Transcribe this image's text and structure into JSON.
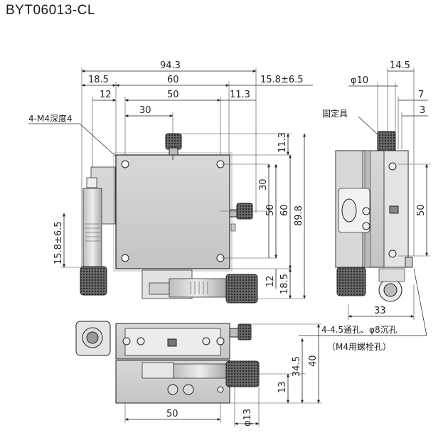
{
  "model": "BYT06013-CL",
  "top_view": {
    "dims": {
      "overall_width": "94.3",
      "left_offset": "18.5",
      "stage_width": "60",
      "stroke": "15.8±6.5",
      "d12": "12",
      "d50": "50",
      "d11_3": "11.3",
      "d30": "30",
      "v11_3": "11.3",
      "v30": "30",
      "v50": "50",
      "v60": "60",
      "v89_8": "89.8",
      "v12": "12",
      "v18_5": "18.5",
      "left_stroke": "15.8±6.5"
    },
    "tap_note": "4-M4深度4"
  },
  "side_view": {
    "dims": {
      "d14_5": "14.5",
      "phi10": "φ10",
      "d7": "7",
      "d3": "3",
      "v50": "50",
      "d33": "33"
    },
    "fixture_label": "固定具"
  },
  "front_view": {
    "dims": {
      "v34_5": "34.5",
      "v40": "40",
      "v13": "13",
      "phi13": "φ13",
      "d50": "50"
    },
    "hole_note_line1": "4-4.5通孔、φ8沉孔",
    "hole_note_line2": "（M4用螺栓孔）"
  }
}
